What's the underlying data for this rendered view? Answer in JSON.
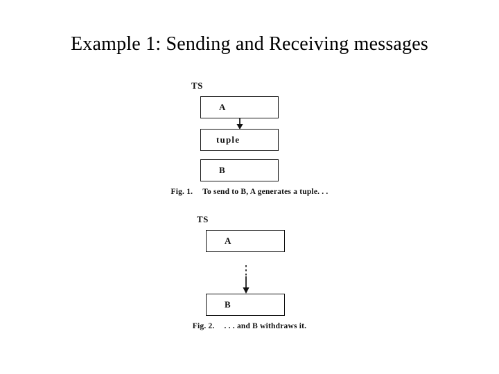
{
  "slide": {
    "title": "Example 1: Sending and Receiving messages",
    "background_color": "#ffffff",
    "ink_color": "#111111"
  },
  "figure_image": {
    "figures": [
      {
        "id": "fig-1",
        "space_label": "TS",
        "boxes": [
          {
            "label": "A"
          },
          {
            "label": "tuple"
          },
          {
            "label": "B"
          }
        ],
        "arrow": {
          "style": "solid",
          "direction": "down",
          "from": "A",
          "to": "tuple"
        },
        "caption_number": "Fig. 1.",
        "caption_text": "To send to B, A generates a tuple. . ."
      },
      {
        "id": "fig-2",
        "space_label": "TS",
        "boxes": [
          {
            "label": "A"
          },
          {
            "label": "B"
          }
        ],
        "arrow": {
          "style": "dashed",
          "direction": "down",
          "from": "A",
          "to": "B"
        },
        "caption_number": "Fig. 2.",
        "caption_text": ". . . and B withdraws it."
      }
    ]
  }
}
